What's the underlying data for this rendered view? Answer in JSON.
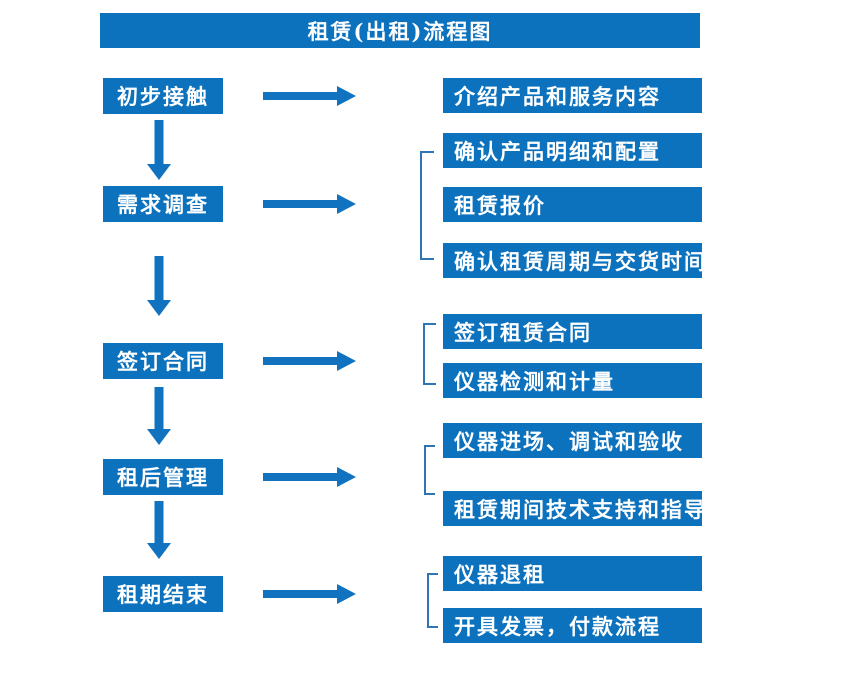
{
  "title": "租赁(出租)流程图",
  "colors": {
    "primary": "#0d72bd",
    "arrow": "#1173c0",
    "bracket": "#2e75b6",
    "box_text": "#ffffff",
    "background": "#ffffff"
  },
  "steps": [
    {
      "label": "初步接触",
      "details": [
        "介绍产品和服务内容"
      ]
    },
    {
      "label": "需求调查",
      "details": [
        "确认产品明细和配置",
        "租赁报价",
        "确认租赁周期与交货时间"
      ]
    },
    {
      "label": "签订合同",
      "details": [
        "签订租赁合同",
        "仪器检测和计量"
      ]
    },
    {
      "label": "租后管理",
      "details": [
        "仪器进场、调试和验收",
        "租赁期间技术支持和指导"
      ]
    },
    {
      "label": "租期结束",
      "details": [
        "仪器退租",
        "开具发票，付款流程"
      ]
    }
  ]
}
